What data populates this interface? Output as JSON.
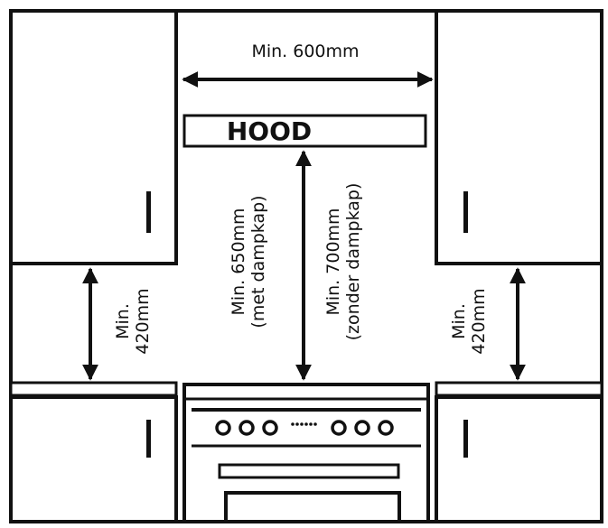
{
  "hood_label": "HOOD",
  "width_label": "Min. 600mm",
  "hood_clearance": {
    "line1": "Min. 650mm",
    "line2": "(met dampkap)"
  },
  "no_hood_clearance": {
    "line1": "Min. 700mm",
    "line2": "(zonder dampkap)"
  },
  "left_cabinet_gap": {
    "line1": "Min.",
    "line2": "420mm"
  },
  "right_cabinet_gap": {
    "line1": "Min.",
    "line2": "420mm"
  },
  "colors": {
    "stroke": "#111111",
    "background": "#ffffff"
  },
  "cooktop_icons": [
    "burner-icon",
    "burner-icon",
    "burner-icon",
    "control-dots-icon",
    "burner-icon",
    "burner-icon",
    "burner-icon"
  ]
}
